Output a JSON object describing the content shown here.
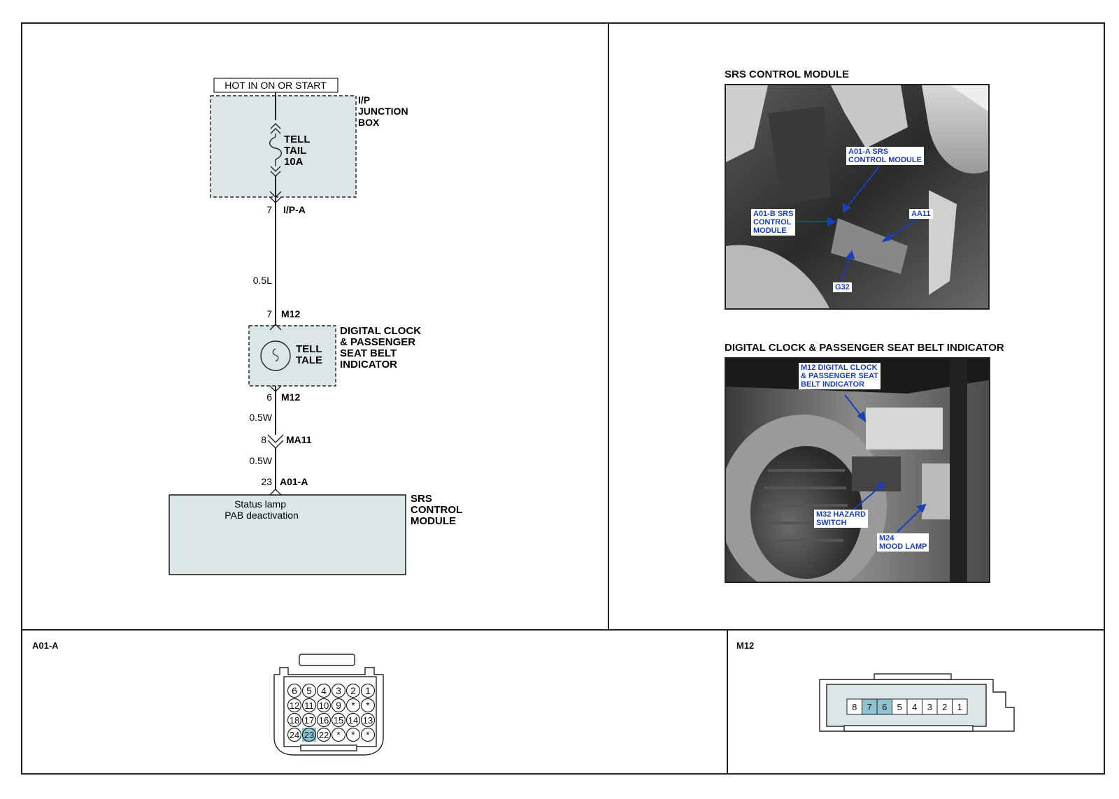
{
  "schematic": {
    "power_label": "HOT IN ON OR START",
    "junction_box_name": [
      "I/P",
      "JUNCTION",
      "BOX"
    ],
    "fuse_name": [
      "TELL",
      "TAIL",
      "10A"
    ],
    "pin_ipa_num": "7",
    "pin_ipa_conn": "I/P-A",
    "wire1": "0.5L",
    "pin_m12_top_num": "7",
    "pin_m12_top_conn": "M12",
    "indicator_lamp": [
      "TELL",
      "TALE"
    ],
    "indicator_name": [
      "DIGITAL CLOCK",
      "& PASSENGER",
      "SEAT BELT",
      "INDICATOR"
    ],
    "pin_m12_bot_num": "6",
    "pin_m12_bot_conn": "M12",
    "wire2": "0.5W",
    "pin_ma11_num": "8",
    "pin_ma11_conn": "MA11",
    "wire3": "0.5W",
    "pin_a01_num": "23",
    "pin_a01_conn": "A01-A",
    "module_text": [
      "Status lamp",
      "PAB deactivation"
    ],
    "module_name": [
      "SRS",
      "CONTROL",
      "MODULE"
    ]
  },
  "photos": {
    "srs": {
      "title": "SRS CONTROL MODULE",
      "callouts": {
        "a01a": "A01-A SRS\nCONTROL MODULE",
        "a01b": "A01-B SRS\nCONTROL\nMODULE",
        "aa11": "AA11",
        "g32": "G32"
      }
    },
    "clock": {
      "title": "DIGITAL CLOCK & PASSENGER SEAT BELT INDICATOR",
      "callouts": {
        "m12": "M12 DIGITAL CLOCK\n& PASSENGER SEAT\nBELT INDICATOR",
        "m32": "M32 HAZARD\nSWITCH",
        "m24": "M24\nMOOD LAMP"
      }
    }
  },
  "connectors": {
    "a01a": {
      "title": "A01-A",
      "rows": [
        [
          "6",
          "5",
          "4",
          "3",
          "2",
          "1"
        ],
        [
          "12",
          "11",
          "10",
          "9",
          "*",
          "*"
        ],
        [
          "18",
          "17",
          "16",
          "15",
          "14",
          "13"
        ],
        [
          "24",
          "23",
          "22",
          "*",
          "*",
          "*"
        ]
      ],
      "highlight": [
        "23"
      ]
    },
    "m12": {
      "title": "M12",
      "pins": [
        "8",
        "7",
        "6",
        "5",
        "4",
        "3",
        "2",
        "1"
      ],
      "highlight": [
        "7",
        "6"
      ]
    }
  },
  "colors": {
    "shade": "#dbe6e6",
    "highlight": "#8fc3cf",
    "callout_text": "#1a3fb8",
    "arrow": "#1a3fb8"
  }
}
